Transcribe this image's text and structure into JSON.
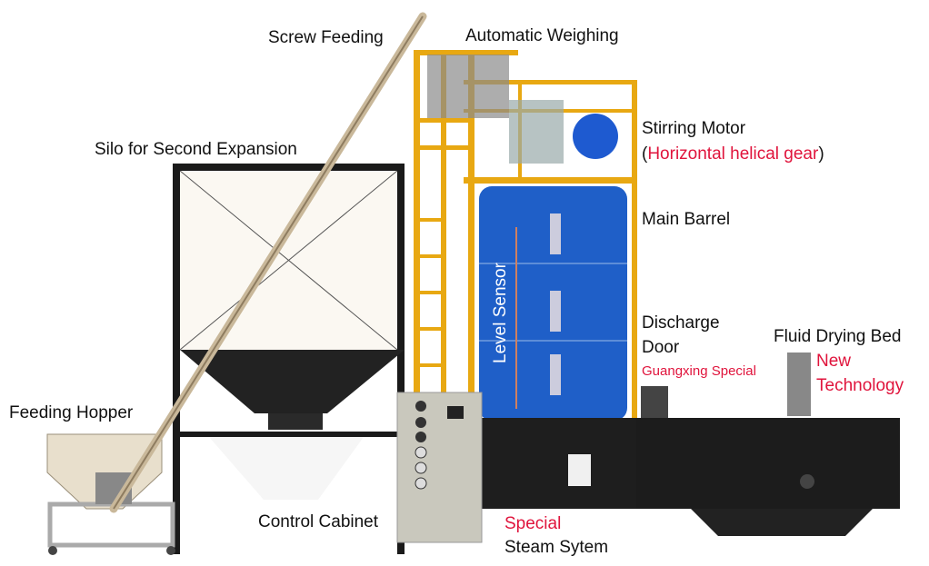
{
  "labels": {
    "screw_feeding": "Screw Feeding",
    "automatic_weighing": "Automatic Weighing",
    "stirring_motor": "Stirring Motor",
    "stirring_motor_note_open": "(",
    "stirring_motor_note": "Horizontal helical gear",
    "stirring_motor_note_close": ")",
    "silo": "Silo for Second Expansion",
    "main_barrel": "Main Barrel",
    "level_sensor": "Level Sensor",
    "discharge_line1": "Discharge",
    "discharge_line2": "Door",
    "discharge_note": "Guangxing Special",
    "fluid_drying_bed": "Fluid Drying Bed",
    "fluid_note_line1": "New",
    "fluid_note_line2": "Technology",
    "feeding_hopper": "Feeding Hopper",
    "control_cabinet": "Control Cabinet",
    "steam_note": "Special",
    "steam_system": "Steam Sytem"
  },
  "colors": {
    "accent_red": "#e0143c",
    "frame_yellow": "#e8a812",
    "barrel_blue": "#1f5fc8",
    "machine_black": "#1e1e1e"
  }
}
